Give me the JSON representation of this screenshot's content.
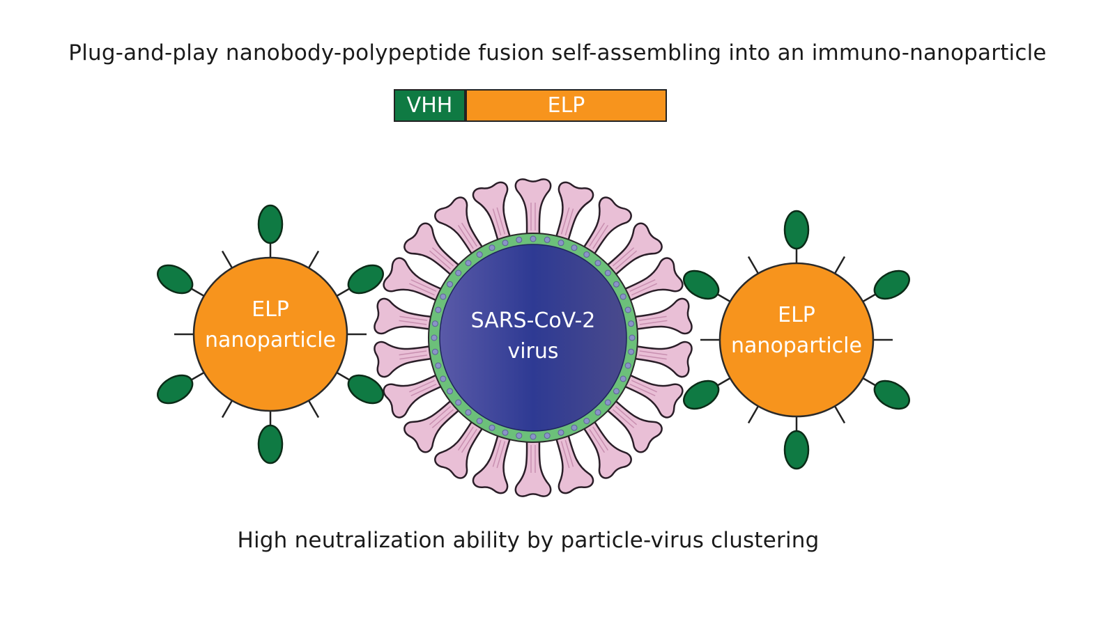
{
  "title": "Plug-and-play nanobody-polypeptide fusion self-assembling into an immuno-nanoparticle",
  "fusion": {
    "vhh_label": "VHH",
    "elp_label": "ELP",
    "vhh_color": "#0f7a43",
    "elp_color": "#f7941d"
  },
  "virus": {
    "line1": "SARS-CoV-2",
    "line2": "virus",
    "core_color": "#2e3a93",
    "membrane_color": "#6cc07a",
    "spike_color": "#e9bfd6"
  },
  "left_particle": {
    "line1": "ELP",
    "line2": "nanoparticle"
  },
  "right_particle": {
    "line1": "ELP",
    "line2": "nanoparticle"
  },
  "caption": "High neutralization ability by particle-virus clustering"
}
